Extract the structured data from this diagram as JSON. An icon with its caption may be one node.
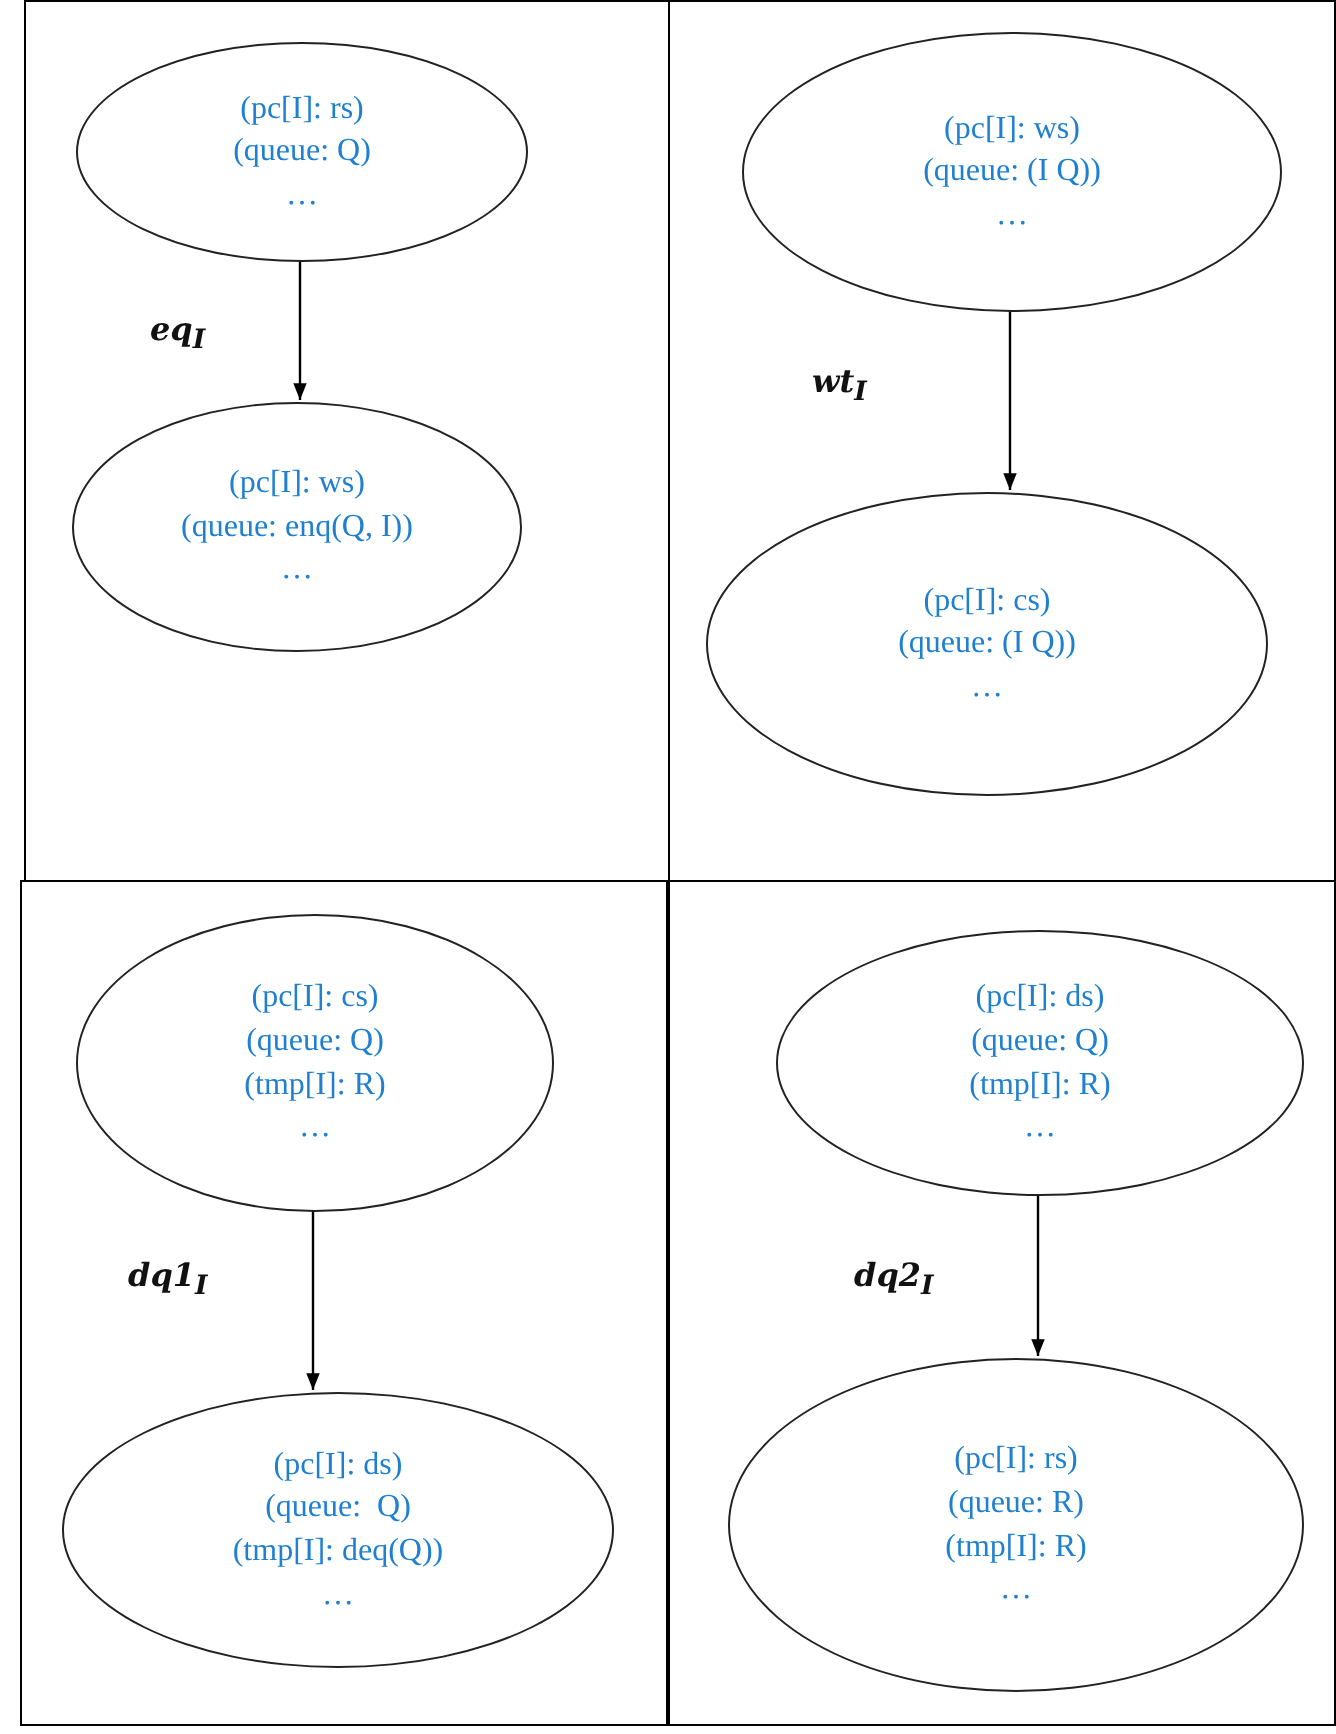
{
  "diagram": {
    "nodes": [
      {
        "text": [],
        "shape": "box"
      },
      {
        "text": [
          "(pc[I]: rs)",
          "(queue: Q)",
          "…"
        ],
        "in": 0
      },
      {
        "text": [
          "(pc[I]: ws)",
          "(queue: enq(Q, I))",
          "…"
        ],
        "in": 0
      },
      {
        "text": [],
        "shape": "box"
      },
      {
        "text": [
          "(pc[I]: ws)",
          "(queue: (I Q))",
          "…"
        ],
        "in": 3
      },
      {
        "text": [
          "(pc[I]: cs)",
          "(queue: (I Q))",
          "…"
        ],
        "in": 3
      },
      {
        "text": [],
        "shape": "box"
      },
      {
        "text": [
          "(pc[I]: cs)",
          "(queue: Q)",
          "(tmp[I]: R)",
          "…"
        ],
        "in": 6
      },
      {
        "text": [
          "(pc[I]: ds)",
          "(queue:  Q)",
          "(tmp[I]: deq(Q))",
          "…"
        ],
        "in": 6
      },
      {
        "text": [],
        "shape": "box"
      },
      {
        "text": [
          "(pc[I]: ds)",
          "(queue: Q)",
          "(tmp[I]: R)",
          "…"
        ],
        "in": 9
      },
      {
        "text": [
          "(pc[I]: rs)",
          "(queue: R)",
          "(tmp[I]: R)",
          "…"
        ],
        "in": 9
      }
    ],
    "edges": [
      {
        "from": 1,
        "to": 2,
        "arrow": "to",
        "label": "eq$_{I}$"
      },
      {
        "from": 4,
        "to": 5,
        "arrow": "to",
        "label": "wt$_{I}$"
      },
      {
        "from": 7,
        "to": 8,
        "arrow": "to",
        "label": "dq1$_{I}$"
      },
      {
        "from": 10,
        "to": 11,
        "arrow": "to",
        "label": "dq2$_{I}$"
      }
    ]
  }
}
